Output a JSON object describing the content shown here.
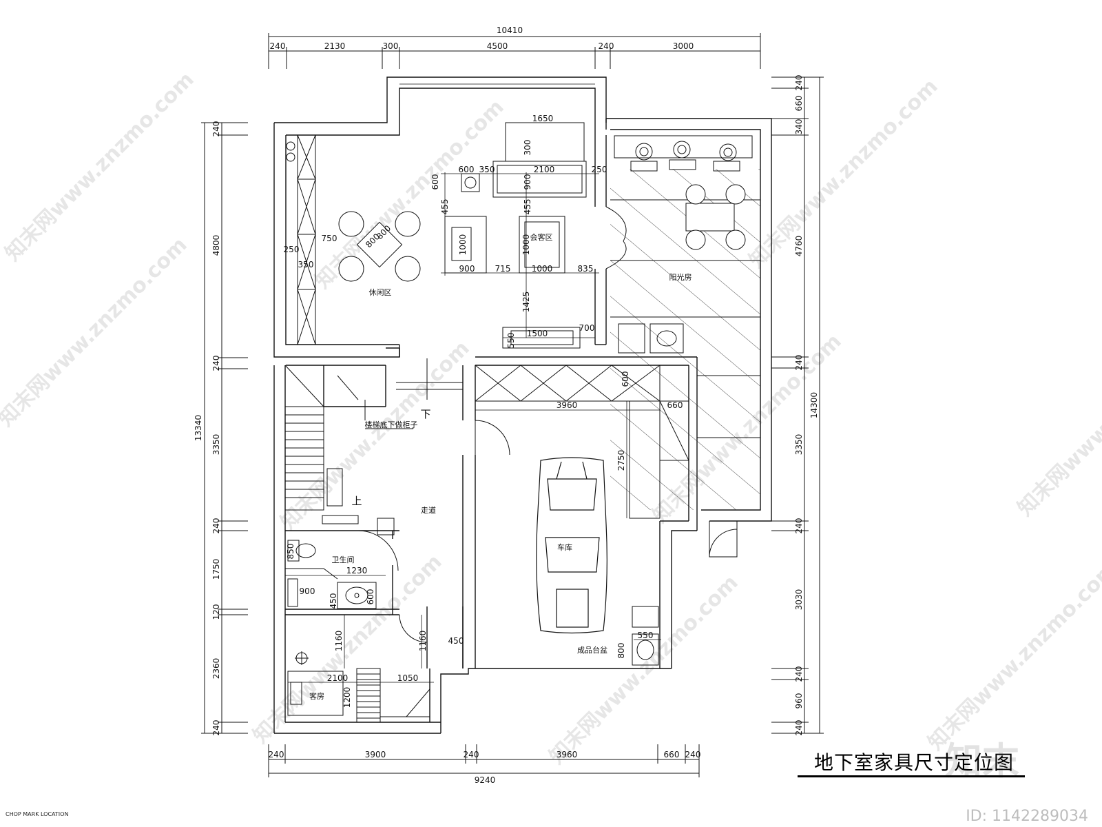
{
  "title": "地下室家具尺寸定位图",
  "chop_mark": "CHOP  MARK  LOCATION",
  "id_label": "ID: 1142289034",
  "logo_text": "知末",
  "watermark": "知末网www.znzmo.com",
  "rooms": {
    "leisure": "休闲区",
    "living": "会客区",
    "sunroom": "阳光房",
    "hallway": "走道",
    "garage": "车库",
    "bathroom": "卫生间",
    "guestroom": "客房",
    "under_stair": "楼梯底下做柜子",
    "down": "下",
    "up": "上",
    "basin": "成品台盆"
  },
  "top_dims": {
    "total": "10410",
    "d1": "240",
    "d2": "2130",
    "d3": "300",
    "d4": "4500",
    "d5": "240",
    "d6": "3000"
  },
  "bottom_dims": {
    "total": "9240",
    "d1": "240",
    "d2": "3900",
    "d3": "240",
    "d4": "3960",
    "d5": "660",
    "d6": "240"
  },
  "left_dims": {
    "total": "13340",
    "d1": "240",
    "d2": "4800",
    "d3": "240",
    "d4": "3350",
    "d5": "240",
    "d6": "1750",
    "d7": "120",
    "d8": "2360",
    "d9": "240"
  },
  "right_dims": {
    "total": "14300",
    "d1": "240",
    "d2": "660",
    "d3": "340",
    "d4": "4760",
    "d5": "240",
    "d6": "3350",
    "d7": "240",
    "d8": "3030",
    "d9": "240",
    "d10": "960",
    "d11": "240"
  },
  "interior_dims": {
    "sofa_w": "1650",
    "sofa_d": "300",
    "s600a": "600",
    "s350": "350",
    "s2100": "2100",
    "s250": "250",
    "s600b": "600",
    "s900v": "900",
    "s455a": "455",
    "s455b": "455",
    "s1000a": "1000",
    "s1000b": "1000",
    "s900": "900",
    "s715": "715",
    "s1000c": "1000",
    "s835": "835",
    "s1425": "1425",
    "s1500": "1500",
    "s700": "700",
    "s550": "550",
    "table800a": "800",
    "table800b": "800",
    "s750": "750",
    "s250b": "250",
    "s350b": "350",
    "cab600": "600",
    "g3960": "3960",
    "g660": "660",
    "g2750": "2750",
    "b850": "850",
    "b1230": "1230",
    "b900": "900",
    "b450": "450",
    "b600": "600",
    "k1160a": "1160",
    "k1160b": "1160",
    "k450": "450",
    "k2100": "2100",
    "k1050": "1050",
    "k1200": "1200",
    "p550": "550",
    "p800": "800"
  }
}
